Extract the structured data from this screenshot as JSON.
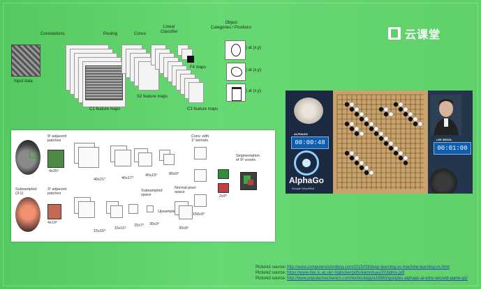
{
  "slide": {
    "logo": {
      "text": "云课堂",
      "icon": "cloud-classroom-logo-icon"
    },
    "cnn_diagram": {
      "labels": {
        "convolutions": "Convolutions",
        "pooling": "Pooling",
        "convs": "Convs",
        "linear_classifier": "Linear\nClassifier",
        "object_categories": "Object\nCategories / Positions",
        "input_data": "Input data",
        "c1": "C1 feature maps",
        "s2": "S2 feature maps",
        "c3": "C3 feature maps",
        "f4": "F4 maps",
        "pos1": "} at (x,y)",
        "pos2": "} at (x,y)",
        "pos3": "} at (x,y)"
      }
    },
    "alphago_panel": {
      "alphago_timer_name": "ALPHAGO",
      "alphago_time": "00:00:48",
      "lee_timer_name": "LEE SEDOL",
      "lee_time": "00:01:00",
      "brand": "AlphaGo",
      "brand_sub": "Google DeepMind"
    },
    "segmentation_diagram": {
      "labels": {
        "top_patches": "9² adjacent\npatches",
        "conv_kernels": "Conv. with\n1² kernels",
        "segmentation": "Segmentation\nof 9² voxels",
        "sub_scale": "Subsampled\n(3:1)",
        "sub_patches": "3² adjacent\npatches",
        "sub_space": "Subsampled\nspace",
        "normal_space": "Normal pixel\nspace",
        "upsample": "Upsample",
        "t1": "4x25³",
        "t2": "40x21³",
        "t3": "40x17³",
        "t4": "40x13³",
        "t5": "80x9³",
        "t6": "150x9³",
        "t7": "2x9³",
        "b1": "4x19³",
        "b2": "15x15³",
        "b3": "15x11³",
        "b4": "15x7³",
        "b5": "30x3³",
        "b6": "30x9³"
      }
    },
    "sources": [
      {
        "label": "Picture1 source:",
        "url": "http://www.computervisionblog.com/2015/03/deep-learning-vs-machine-learning-vs.html"
      },
      {
        "label": "Picture2 source:",
        "url": "https://www.doc.ic.ac.uk/~bglocker/pdfs/kamnitsas2016dms.pdf"
      },
      {
        "label": "Picture3 source:",
        "url": "http://www.popularmechanics.com/technology/a19863/googles-alphago-ai-wins-second-game-go/"
      }
    ]
  }
}
